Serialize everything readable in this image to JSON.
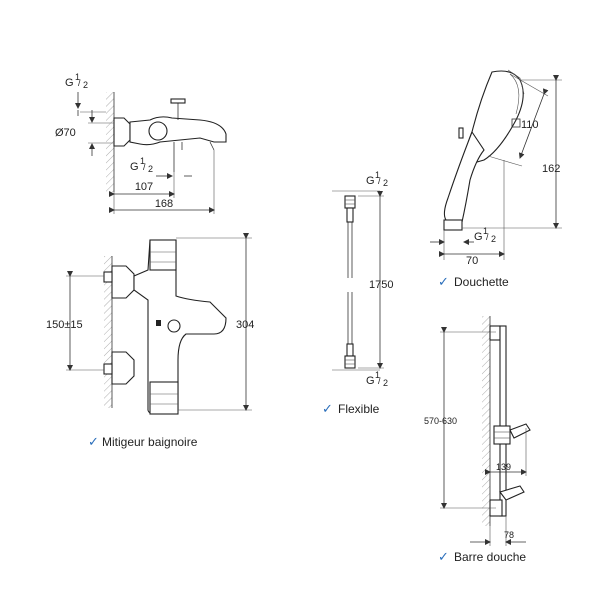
{
  "mixer": {
    "thread_top": "G",
    "thread_top_sup": "1",
    "thread_top_sub": "2",
    "diameter": "Ø70",
    "thread_mid": "G",
    "thread_mid_sup": "1",
    "thread_mid_sub": "2",
    "width_107": "107",
    "width_168": "168",
    "spacing": "150±15",
    "height": "304",
    "caption": "Mitigeur baignoire"
  },
  "hose": {
    "thread_top": "G",
    "thread_top_sup": "1",
    "thread_top_sub": "2",
    "length": "1750",
    "thread_bottom": "G",
    "thread_bottom_sup": "1",
    "thread_bottom_sub": "2",
    "caption": "Flexible"
  },
  "handshower": {
    "head_size": "110",
    "length": "162",
    "thread": "G",
    "thread_sup": "1",
    "thread_sub": "2",
    "width": "70",
    "caption": "Douchette"
  },
  "rail": {
    "height": "570-630",
    "depth_139": "139",
    "depth_78": "78",
    "caption": "Barre douche"
  },
  "check_mark": "✓",
  "colors": {
    "check": "#2a6ebb",
    "line": "#333333"
  }
}
